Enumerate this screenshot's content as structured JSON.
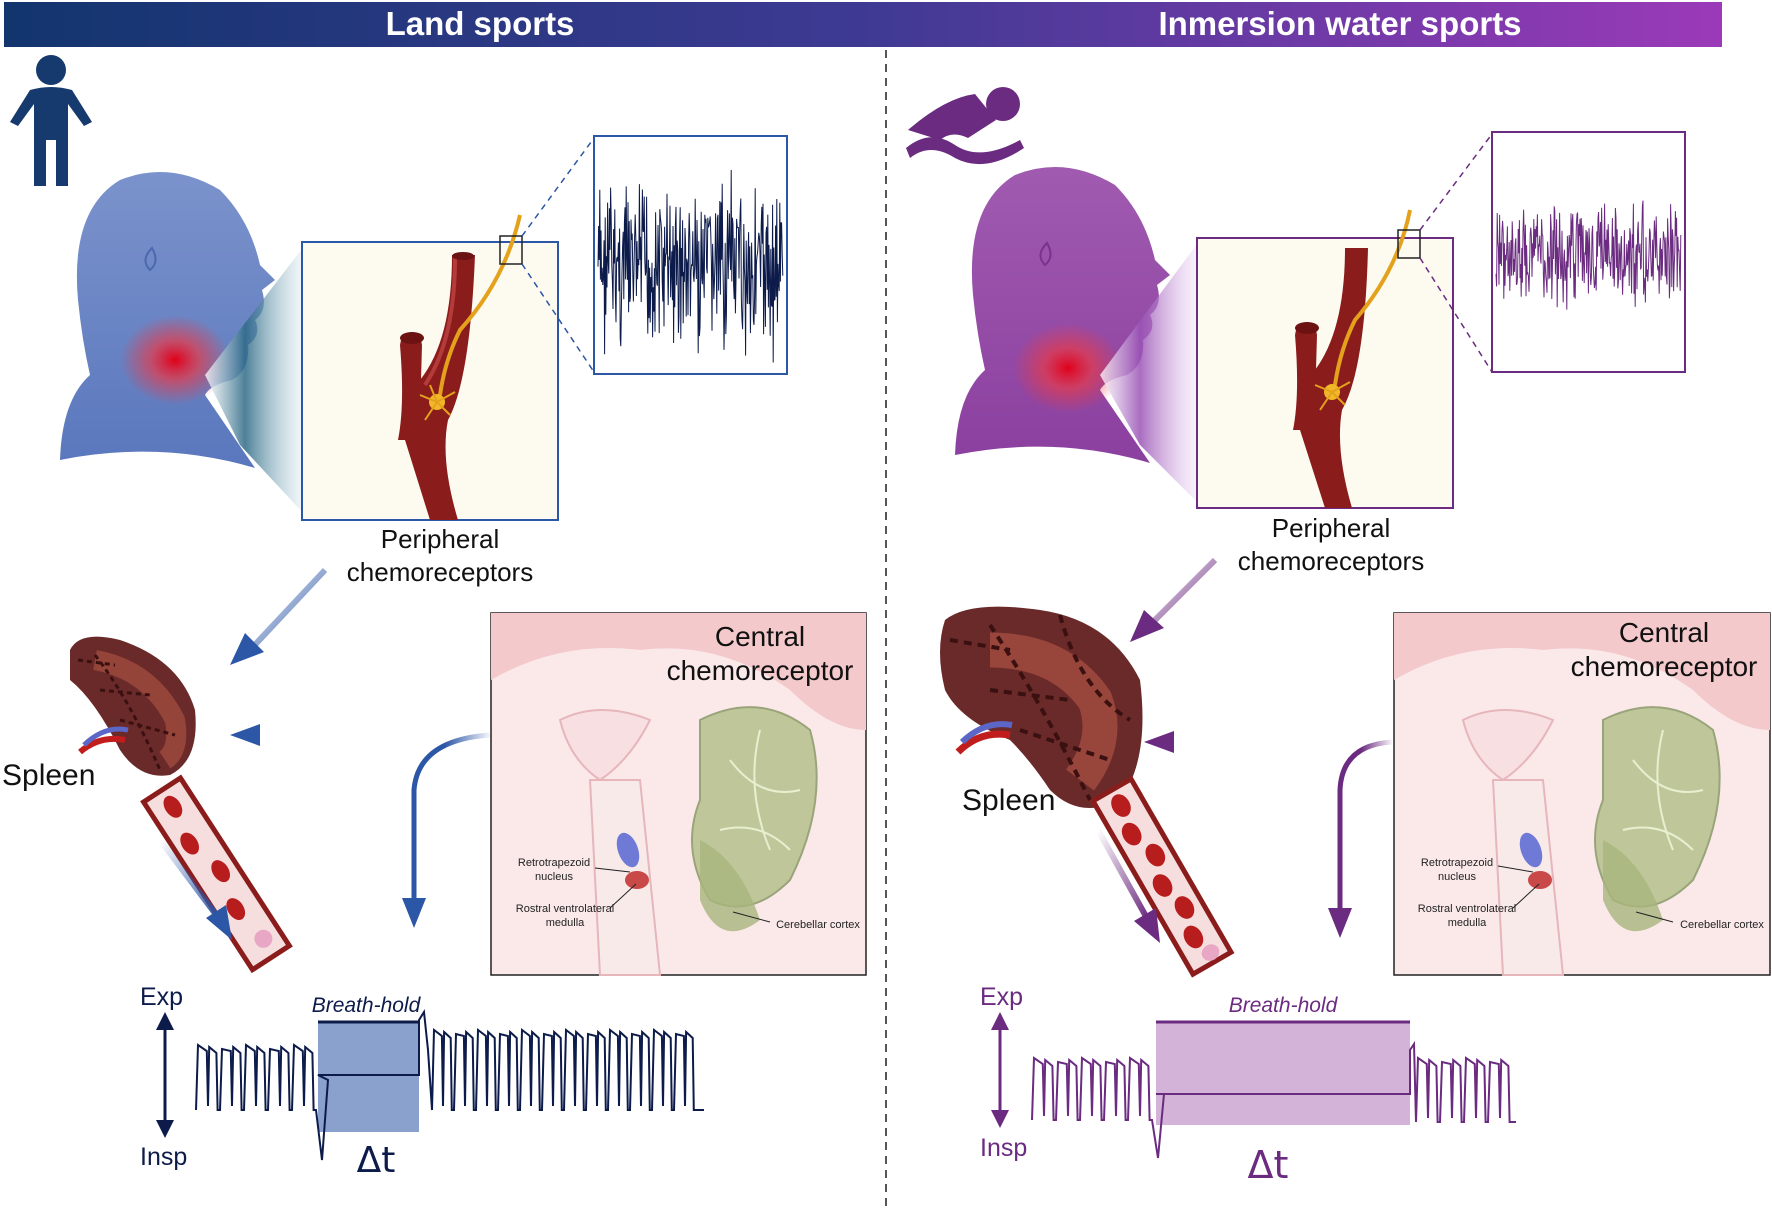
{
  "header": {
    "left_title": "Land sports",
    "right_title": "Inmersion water sports",
    "gradient_start": "#12356e",
    "gradient_mid": "#3e3a93",
    "gradient_end": "#9b3ab8"
  },
  "colors": {
    "land_accent": "#2c56a6",
    "land_dark": "#0d1b4b",
    "water_accent": "#6b2b80",
    "water_light": "#b387c4",
    "artery": "#8b1c1c",
    "nerve": "#e4a21c"
  },
  "icons": {
    "land": "standing-person-icon",
    "water": "swimmer-icon"
  },
  "land": {
    "peripheral_label_line1": "Peripheral",
    "peripheral_label_line2": "chemoreceptors",
    "central_label_line1": "Central",
    "central_label_line2": "chemoreceptor",
    "spleen_label": "Spleen",
    "rtn_line1": "Retrotrapezoid",
    "rtn_line2": "nucleus",
    "rvlm_line1": "Rostral ventrolateral",
    "rvlm_line2": "medulla",
    "cerebellar_label": "Cerebellar cortex",
    "exp_label": "Exp",
    "insp_label": "Insp",
    "breath_hold_label": "Breath-hold",
    "delta_label": "Δt"
  },
  "water": {
    "peripheral_label_line1": "Peripheral",
    "peripheral_label_line2": "chemoreceptors",
    "central_label_line1": "Central",
    "central_label_line2": "chemoreceptor",
    "spleen_label": "Spleen",
    "rtn_line1": "Retrotrapezoid",
    "rtn_line2": "nucleus",
    "rvlm_line1": "Rostral ventrolateral",
    "rvlm_line2": "medulla",
    "cerebellar_label": "Cerebellar cortex",
    "exp_label": "Exp",
    "insp_label": "Insp",
    "breath_hold_label": "Breath-hold",
    "delta_label": "Δt"
  }
}
